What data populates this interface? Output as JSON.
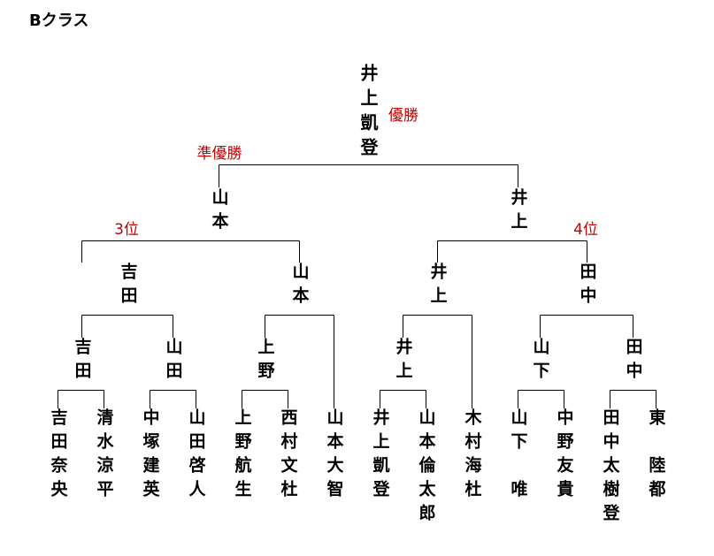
{
  "title": "Bクラス",
  "colors": {
    "line": "#000000",
    "name": "#000000",
    "label": "#c00000"
  },
  "labels": {
    "champion": "優勝",
    "runner_up": "準優勝",
    "third": "3位",
    "fourth": "4位"
  },
  "champion": "井上凱登",
  "finalists": {
    "left": "山本",
    "right": "井上"
  },
  "semifinalists": [
    "吉田",
    "山本",
    "井上",
    "田中"
  ],
  "quarterfinalists": [
    "吉田",
    "山田",
    "上野",
    "井上",
    "山下",
    "田中"
  ],
  "players": [
    "吉田奈央",
    "清水涼平",
    "中塚建英",
    "山田啓人",
    "上野航生",
    "西村文杜",
    "山本大智",
    "井上凱登",
    "山本倫太郎",
    "木村海杜",
    "山下　唯",
    "中野友貴",
    "田中太樹登",
    "東　陸都"
  ]
}
